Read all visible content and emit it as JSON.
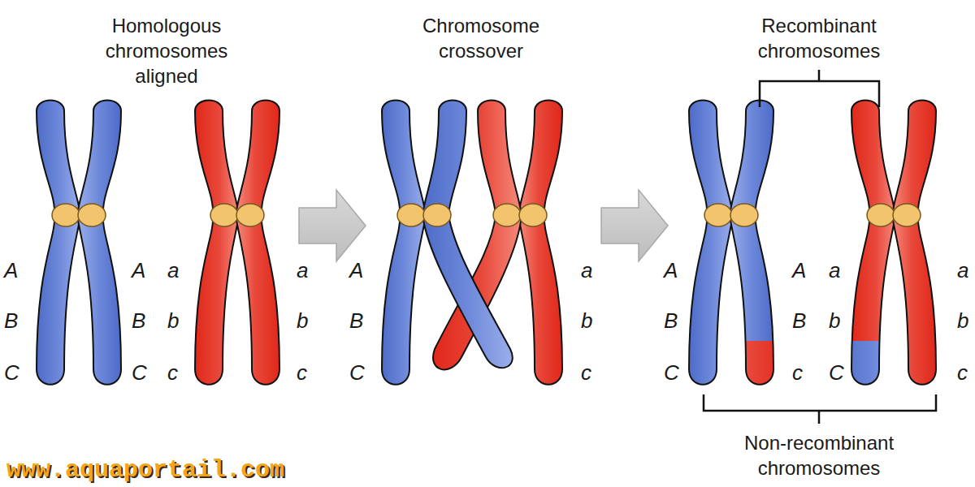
{
  "diagram": {
    "labels": [
      "Homologous chromosomes aligned",
      "Chromosome crossover",
      "Recombinant chromosomes",
      "A",
      "B",
      "C",
      "A",
      "B",
      "C",
      "a",
      "b",
      "c",
      "a",
      "b",
      "c",
      "A",
      "B",
      "C",
      "a",
      "b",
      "c",
      "A",
      "B",
      "C",
      "A",
      "B",
      "c",
      "a",
      "b",
      "C",
      "a",
      "b",
      "c",
      "Non-recombinant chromosomes",
      "www.aquaportail.com"
    ]
  }
}
